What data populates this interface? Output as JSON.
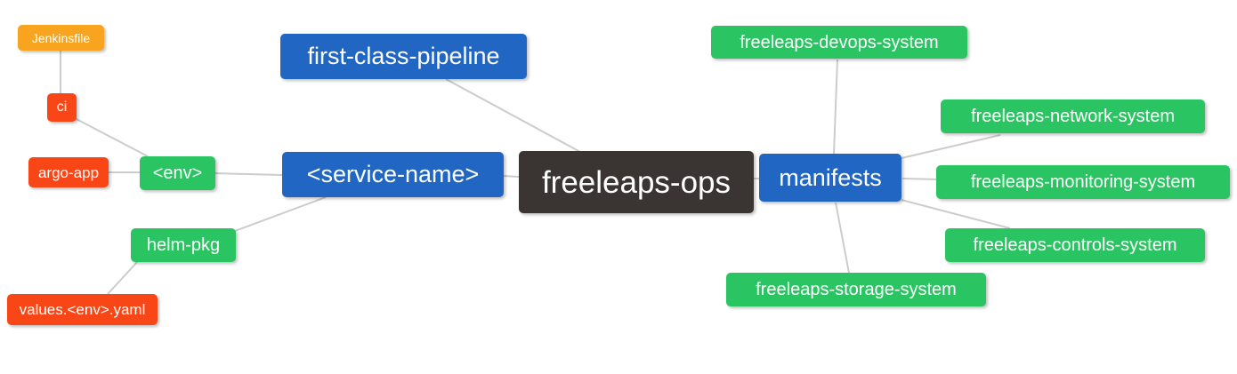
{
  "diagram": {
    "kind": "mindmap",
    "background": "#FFFFFF"
  },
  "palette": {
    "root_bg": "#3A3432",
    "branch_bg": "#2166C2",
    "leaf_green_bg": "#2AC562",
    "leaf_red_bg": "#F94616",
    "leaf_orange_bg": "#F8A41E",
    "text": "#FFFFFF",
    "connector_line": "#CCCCCC"
  },
  "nodes": {
    "freeleaps_ops": {
      "label": "freeleaps-ops",
      "role": "root",
      "color": "#3A3432"
    },
    "first_class_pipeline": {
      "label": "first-class-pipeline",
      "role": "branch",
      "color": "#2166C2"
    },
    "service_name": {
      "label": "<service-name>",
      "role": "branch",
      "color": "#2166C2"
    },
    "manifests": {
      "label": "manifests",
      "role": "branch",
      "color": "#2166C2"
    },
    "env": {
      "label": "<env>",
      "role": "child",
      "color": "#2AC562"
    },
    "helm_pkg": {
      "label": "helm-pkg",
      "role": "child",
      "color": "#2AC562"
    },
    "ci": {
      "label": "ci",
      "role": "child",
      "color": "#F94616"
    },
    "argo_app": {
      "label": "argo-app",
      "role": "child",
      "color": "#F94616"
    },
    "jenkinsfile": {
      "label": "Jenkinsfile",
      "role": "child",
      "color": "#F8A41E"
    },
    "values_env_yaml": {
      "label": "values.<env>.yaml",
      "role": "child",
      "color": "#F94616"
    },
    "devops_system": {
      "label": "freeleaps-devops-system",
      "role": "child",
      "color": "#2AC562"
    },
    "network_system": {
      "label": "freeleaps-network-system",
      "role": "child",
      "color": "#2AC562"
    },
    "monitoring_system": {
      "label": "freeleaps-monitoring-system",
      "role": "child",
      "color": "#2AC562"
    },
    "controls_system": {
      "label": "freeleaps-controls-system",
      "role": "child",
      "color": "#2AC562"
    },
    "storage_system": {
      "label": "freeleaps-storage-system",
      "role": "child",
      "color": "#2AC562"
    }
  },
  "edges": [
    [
      "jenkinsfile",
      "ci"
    ],
    [
      "ci",
      "env"
    ],
    [
      "argo_app",
      "env"
    ],
    [
      "env",
      "service_name"
    ],
    [
      "helm_pkg",
      "service_name"
    ],
    [
      "values_env_yaml",
      "helm_pkg"
    ],
    [
      "first_class_pipeline",
      "freeleaps_ops"
    ],
    [
      "service_name",
      "freeleaps_ops"
    ],
    [
      "freeleaps_ops",
      "manifests"
    ],
    [
      "devops_system",
      "manifests"
    ],
    [
      "manifests",
      "network_system"
    ],
    [
      "manifests",
      "monitoring_system"
    ],
    [
      "manifests",
      "controls_system"
    ],
    [
      "manifests",
      "storage_system"
    ]
  ]
}
